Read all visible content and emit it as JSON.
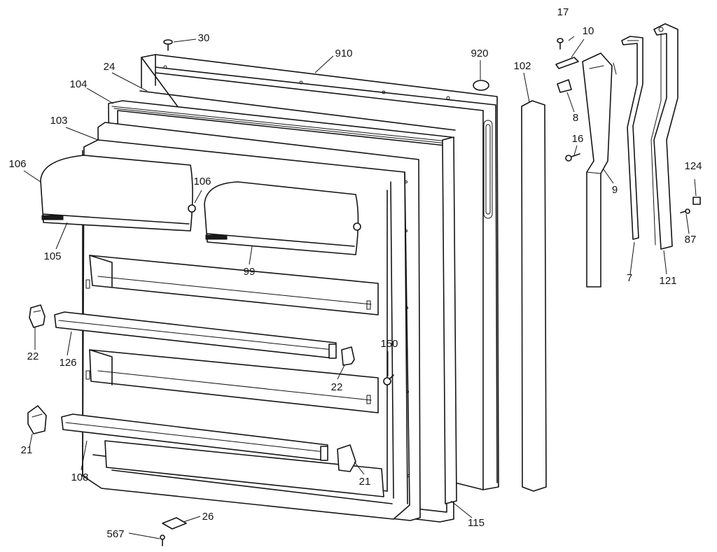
{
  "labels": [
    {
      "id": "30",
      "text": "30"
    },
    {
      "id": "910",
      "text": "910"
    },
    {
      "id": "920",
      "text": "920"
    },
    {
      "id": "102",
      "text": "102"
    },
    {
      "id": "17",
      "text": "17"
    },
    {
      "id": "10",
      "text": "10"
    },
    {
      "id": "24",
      "text": "24"
    },
    {
      "id": "104",
      "text": "104"
    },
    {
      "id": "103",
      "text": "103"
    },
    {
      "id": "106a",
      "text": "106"
    },
    {
      "id": "106b",
      "text": "106"
    },
    {
      "id": "105",
      "text": "105"
    },
    {
      "id": "99",
      "text": "99"
    },
    {
      "id": "8",
      "text": "8"
    },
    {
      "id": "16",
      "text": "16"
    },
    {
      "id": "9",
      "text": "9"
    },
    {
      "id": "124",
      "text": "124"
    },
    {
      "id": "87",
      "text": "87"
    },
    {
      "id": "7",
      "text": "7"
    },
    {
      "id": "121",
      "text": "121"
    },
    {
      "id": "22a",
      "text": "22"
    },
    {
      "id": "126",
      "text": "126"
    },
    {
      "id": "150",
      "text": "150"
    },
    {
      "id": "22b",
      "text": "22"
    },
    {
      "id": "21a",
      "text": "21"
    },
    {
      "id": "108",
      "text": "108"
    },
    {
      "id": "21b",
      "text": "21"
    },
    {
      "id": "115",
      "text": "115"
    },
    {
      "id": "26",
      "text": "26"
    },
    {
      "id": "567",
      "text": "567"
    }
  ]
}
